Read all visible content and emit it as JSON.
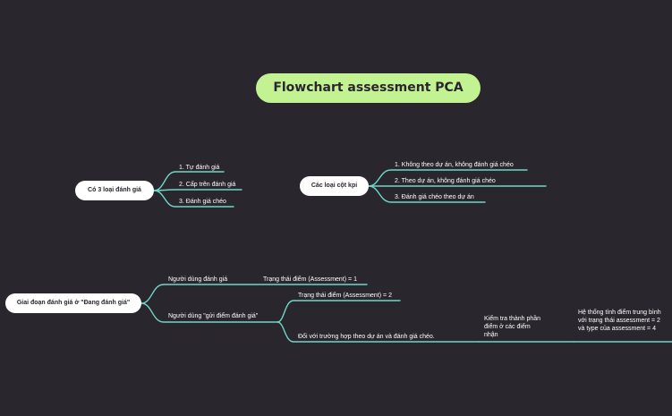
{
  "title": "Flowchart assessment PCA",
  "colors": {
    "background": "#2a262d",
    "root_fill": "#c2f292",
    "connector": "#6fd6c8",
    "node_fill": "#ffffff",
    "leaf_text": "#ffffff"
  },
  "branches": {
    "review_types": {
      "label": "Có 3 loại đánh giá",
      "children": [
        "1. Tự đánh giá",
        "2. Cấp trên đánh giá",
        "3. Đánh giá chéo"
      ]
    },
    "kpi_types": {
      "label": "Các loại cột kpi",
      "children": [
        "1. Không theo dự án, không đánh giá chéo",
        "2. Theo dự án, không đánh giá chéo",
        "3. Đánh giá chéo theo dự án"
      ]
    },
    "stage": {
      "label": "Giai đoạn đánh giá ở \"Đang đánh giá\"",
      "user_review": {
        "label": "Người dùng đánh giá",
        "result": "Trạng thái điểm (Assessment) = 1"
      },
      "user_submit": {
        "label": "Người dùng \"gửi điểm đánh giá\"",
        "status": "Trạng thái điểm (Assessment) = 2",
        "project_case": "Đối với trường hợp theo dự án và đánh giá chéo.",
        "check": "Kiểm tra thành phần điểm ở các điểm nhận",
        "system": "Hệ thống tính điểm trung bình với trạng thái assessment = 2 và type của assessment = 4"
      }
    }
  }
}
